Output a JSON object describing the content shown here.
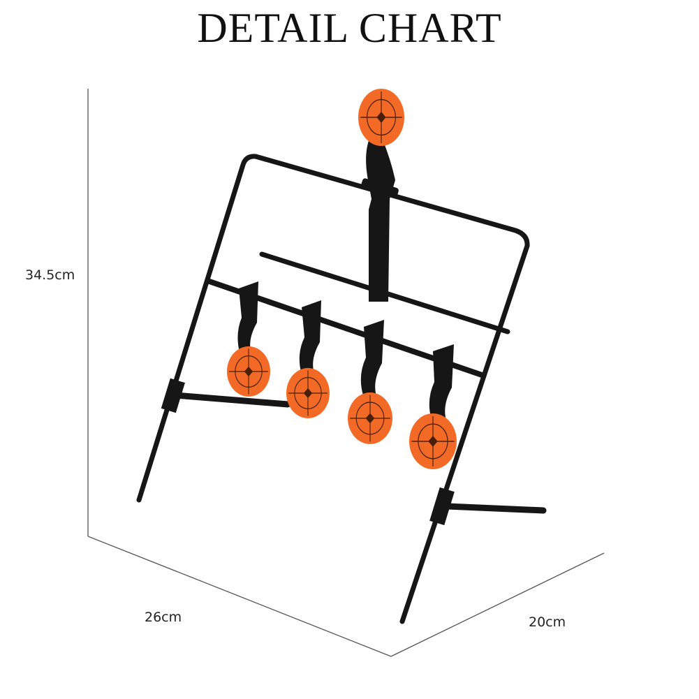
{
  "title": "DETAIL CHART",
  "dimensions": {
    "height": "34.5cm",
    "width": "26cm",
    "depth": "20cm"
  },
  "colors": {
    "frame": "#161616",
    "target": "#f26a25",
    "target_mark": "#4a1f0a",
    "guide_line": "#555555"
  },
  "product": {
    "top_targets": 1,
    "bottom_targets": 4
  }
}
